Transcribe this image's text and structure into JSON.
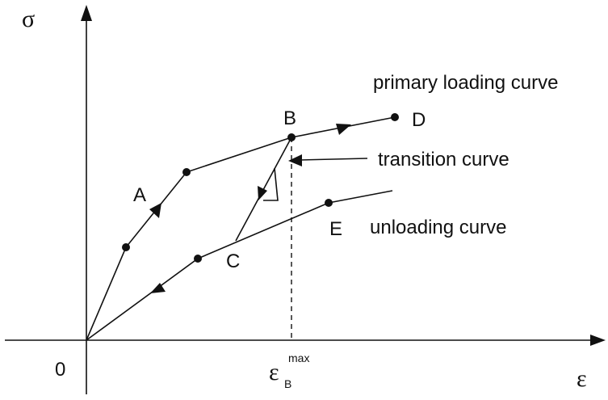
{
  "axes": {
    "y_label": "σ",
    "x_label": "ε",
    "origin_label": "0"
  },
  "points": {
    "A": "A",
    "B": "B",
    "C": "C",
    "D": "D",
    "E": "E"
  },
  "labels": {
    "primary_loading_curve": "primary loading curve",
    "transition_curve": "transition curve",
    "unloading_curve": "unloading curve"
  },
  "strain_marker": {
    "base": "ε",
    "superscript": "max",
    "subscript": "B"
  }
}
